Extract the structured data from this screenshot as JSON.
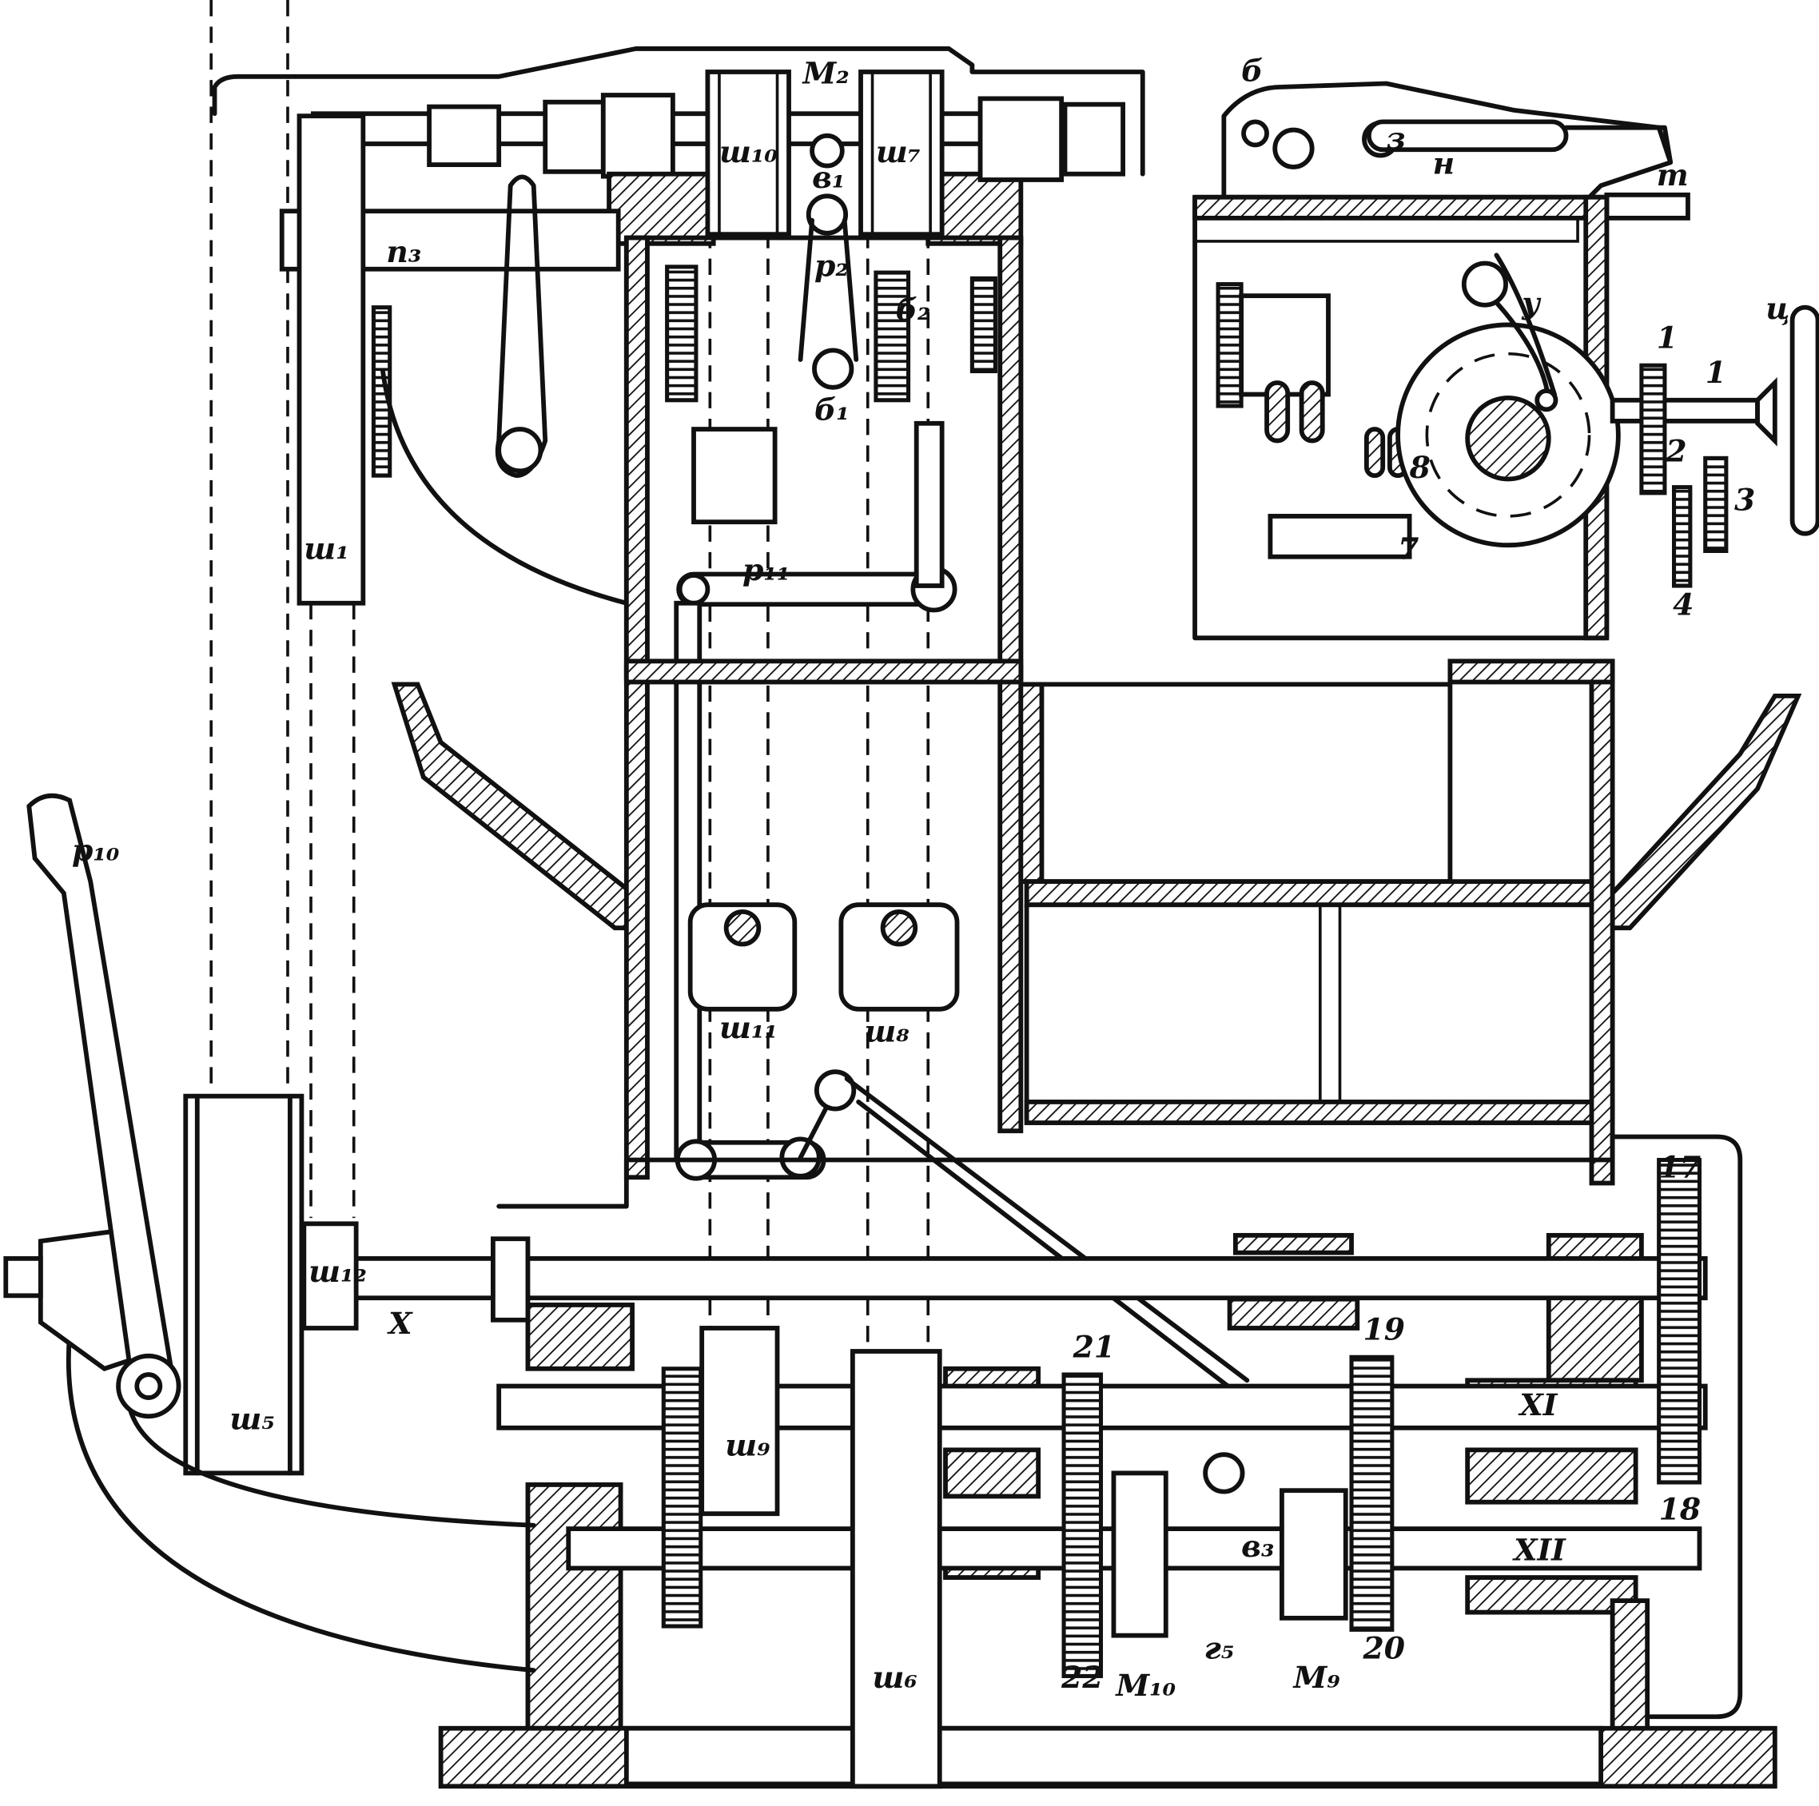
{
  "figure": {
    "labels": {
      "m2": "М₂",
      "sh10": "ш₁₀",
      "sh7": "ш₇",
      "v1": "в₁",
      "r2": "р₂",
      "b2": "б₂",
      "b1": "б₁",
      "p3": "п₃",
      "sh1": "ш₁",
      "r11": "р₁₁",
      "b": "б",
      "z": "з",
      "n": "н",
      "t": "т",
      "u": "у",
      "ts": "ц",
      "n1a": "1",
      "n1b": "1",
      "n2": "2",
      "n3": "3",
      "n4": "4",
      "n7": "7",
      "n8": "8",
      "r10": "р₁₀",
      "sh11": "ш₁₁",
      "sh8": "ш₈",
      "sh12": "ш₁₂",
      "x": "X",
      "sh5": "ш₅",
      "n17": "17",
      "n21": "21",
      "n19": "19",
      "xi": "XI",
      "sh9": "ш₉",
      "v3": "в₃",
      "xii": "XII",
      "n18": "18",
      "sh6": "ш₆",
      "n22": "22",
      "m10": "М₁₀",
      "g5": "г₅",
      "m9": "М₉",
      "n20": "20"
    }
  }
}
